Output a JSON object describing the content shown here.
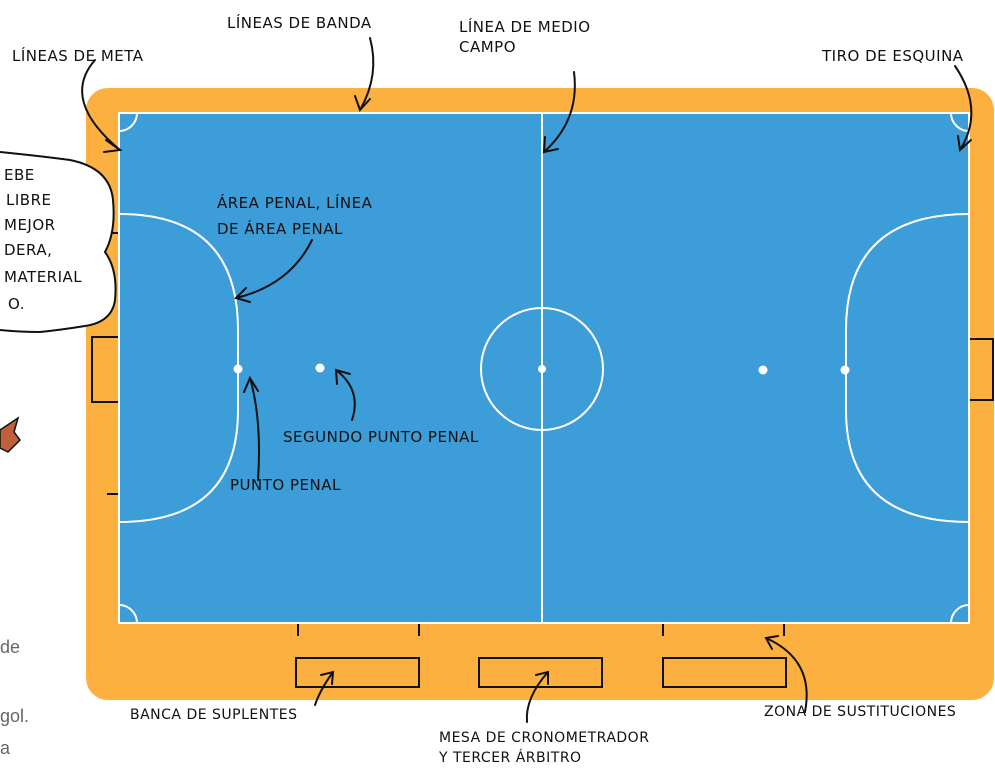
{
  "labels": {
    "lineas_de_banda": "LÍNEAS DE BANDA",
    "lineas_de_meta": "LÍNEAS DE META",
    "linea_medio_campo_1": "LÍNEA DE MEDIO",
    "linea_medio_campo_2": "CAMPO",
    "tiro_de_esquina": "TIRO DE ESQUINA",
    "area_penal_1": "ÁREA PENAL, LÍNEA",
    "area_penal_2": "DE ÁREA PENAL",
    "segundo_punto_penal": "SEGUNDO PUNTO PENAL",
    "punto_penal": "PUNTO PENAL",
    "banca_de_suplentes": "BANCA DE SUPLENTES",
    "mesa_1": "MESA DE CRONOMETRADOR",
    "mesa_2": "Y TERCER ÁRBITRO",
    "zona_de_sustituciones": "ZONA DE SUSTITUCIONES"
  },
  "speech_bubble": {
    "line1": "EBE",
    "line2": "LIBRE",
    "line3": "MEJOR",
    "line4": "DERA,",
    "line5": "MATERIAL",
    "line6": "O."
  },
  "cutoff_text": {
    "t1": "de",
    "t2": "gol.",
    "t3": "a"
  },
  "colors": {
    "court": "#3d9dd9",
    "border": "#fbb040",
    "lines": "#ffffff",
    "ink": "#111111",
    "body_text": "#666666"
  }
}
